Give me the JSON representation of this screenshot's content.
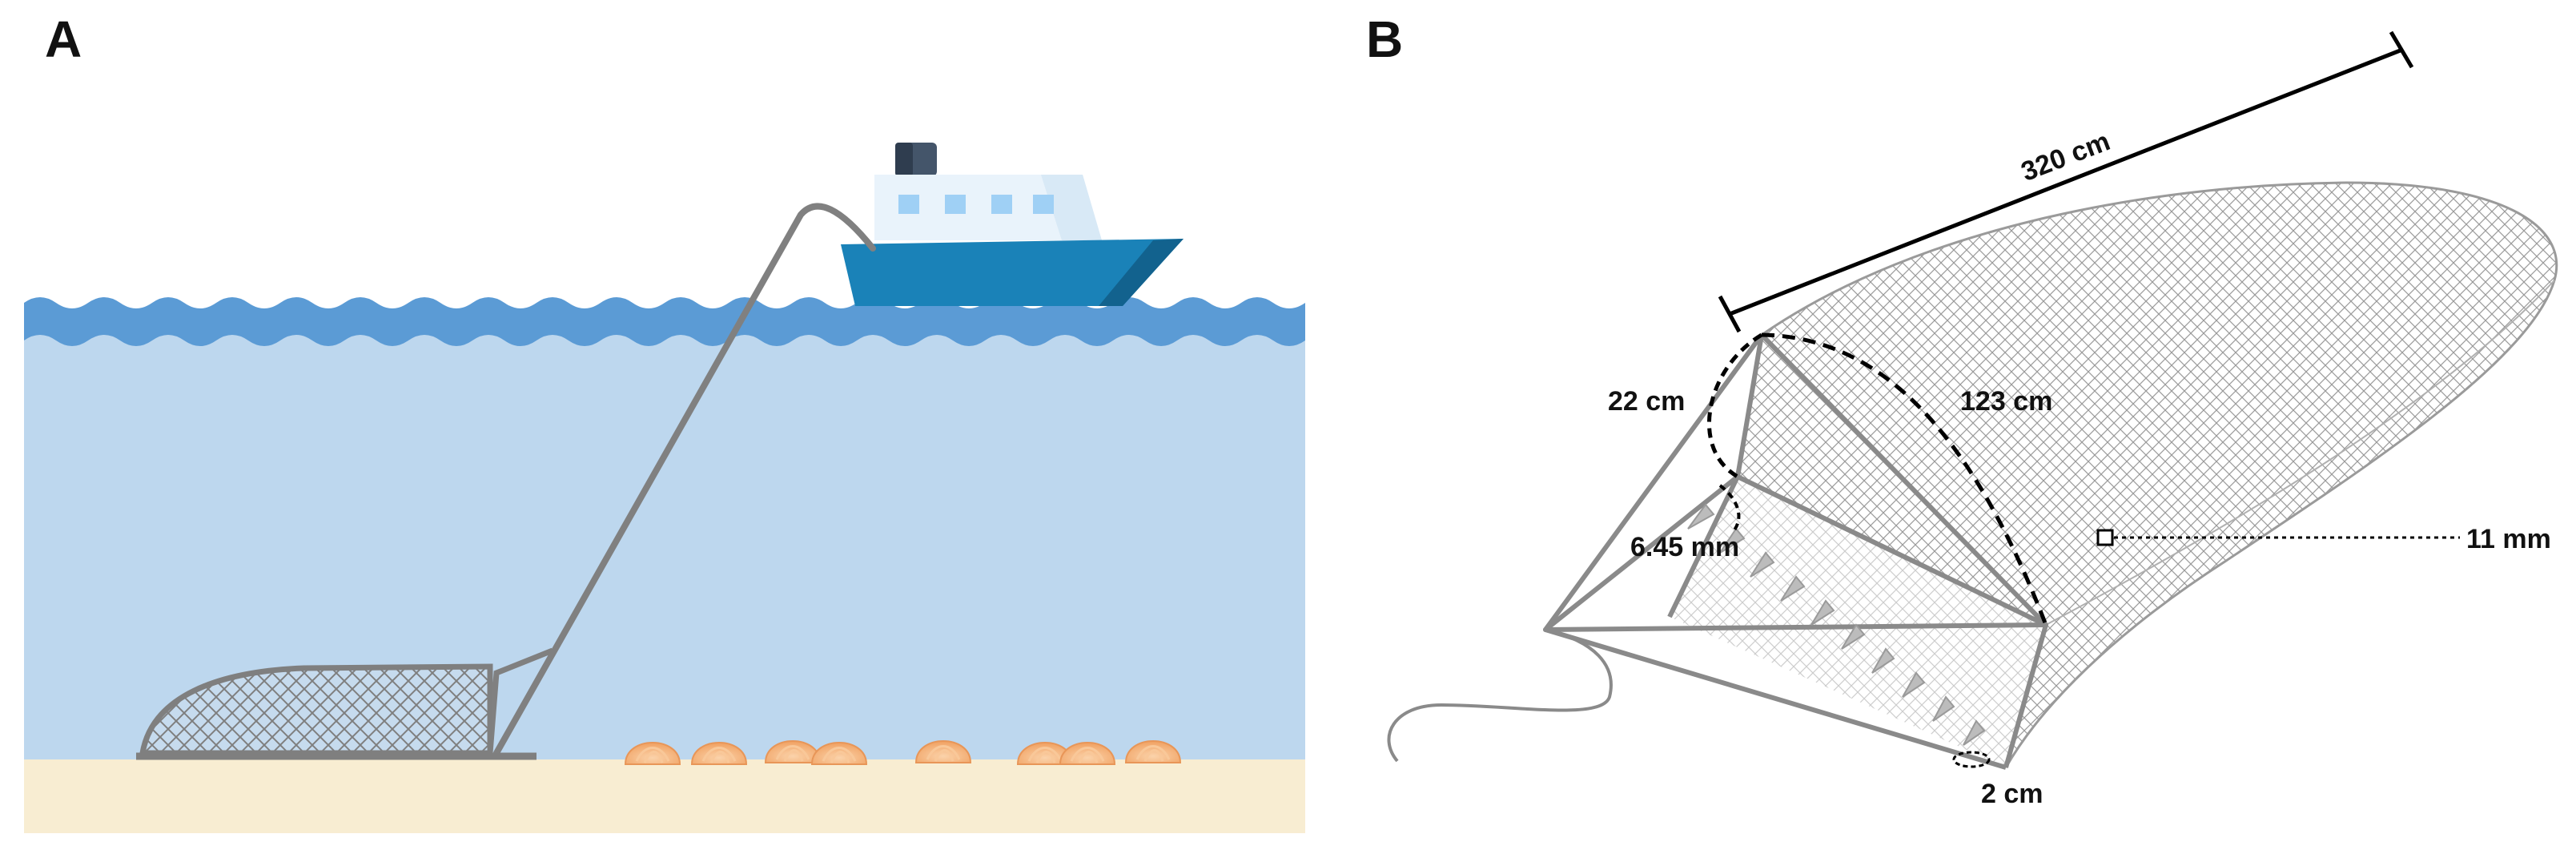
{
  "panels": {
    "a": {
      "label": "A"
    },
    "b": {
      "label": "B"
    }
  },
  "dimensions": {
    "length": "320 cm",
    "width": "123 cm",
    "height": "22 cm",
    "tine_spacing": "6.45 mm",
    "mesh": "11 mm",
    "tine_length": "2 cm"
  },
  "colors": {
    "water": "#bdd7ee",
    "surface_wave": "#5b9bd5",
    "seabed": "#f8edd2",
    "hull": "#1a82b8",
    "cabin": "#e9f3fb",
    "window": "#9fd0f5",
    "chimney": "#44556a",
    "clam": "#f4b07a",
    "rope": "#808080",
    "net_frame": "#7f7f7f",
    "dimension_line": "#000000"
  },
  "icons": {
    "vessel": "boat-icon",
    "clam": "clam-icon"
  }
}
